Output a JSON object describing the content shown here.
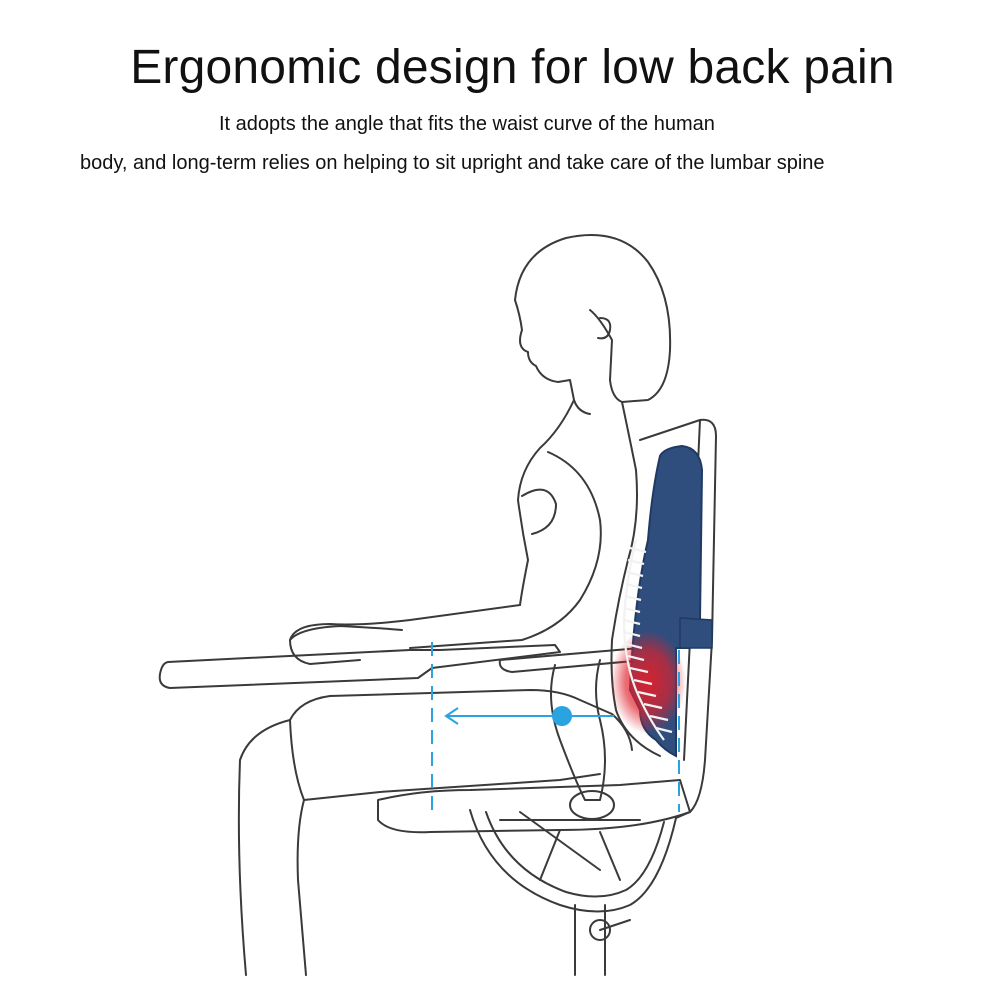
{
  "heading": {
    "title": "Ergonomic design for low back pain",
    "subtitle_line1": "It adopts the angle that fits the waist curve of the human",
    "subtitle_line2": "body, and long-term relies on helping to sit upright and take care of the lumbar spine"
  },
  "colors": {
    "line": "#3a3a3a",
    "cushion": "#2f4e7e",
    "cushion_dark": "#203a63",
    "guide": "#2aa3e0",
    "pain": "#e0202a",
    "background": "#ffffff"
  }
}
